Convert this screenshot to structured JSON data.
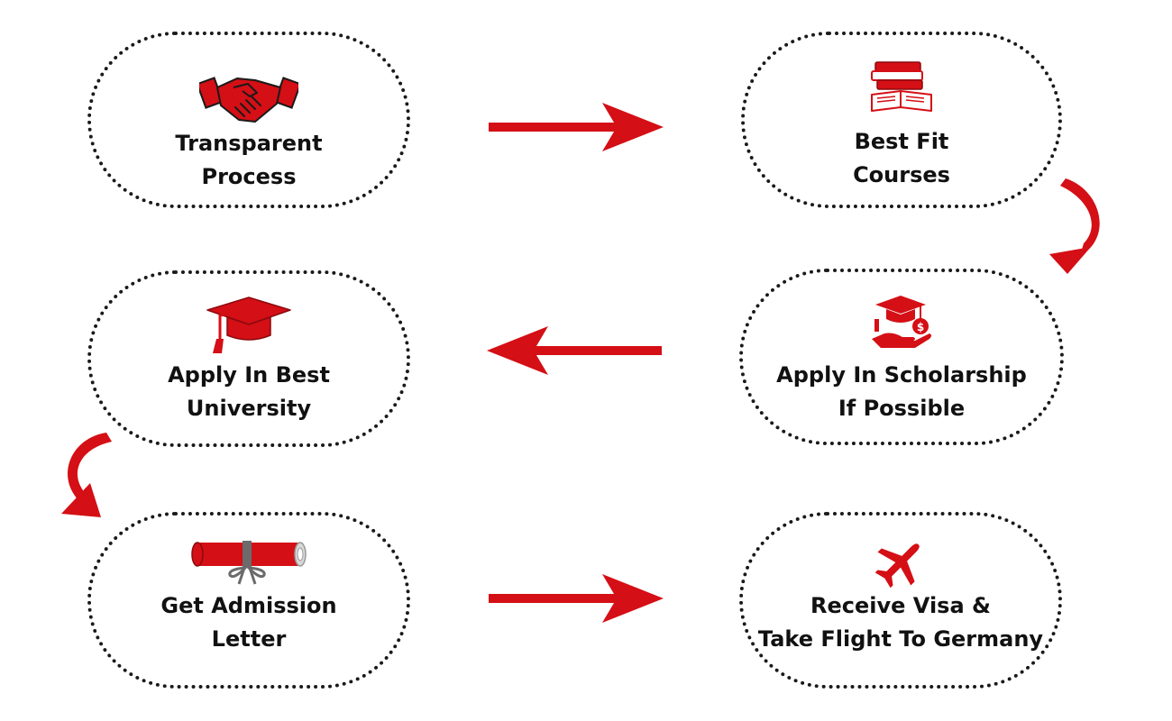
{
  "steps": [
    {
      "id": "transparent",
      "line1": "Transparent",
      "line2": "Process",
      "icon": "handshake-icon"
    },
    {
      "id": "best-fit",
      "line1": "Best Fit",
      "line2": "Courses",
      "icon": "books-icon"
    },
    {
      "id": "scholarship",
      "line1": "Apply In Scholarship",
      "line2": "If Possible",
      "icon": "scholarship-icon"
    },
    {
      "id": "university",
      "line1": "Apply In Best",
      "line2": "University",
      "icon": "graduation-cap-icon"
    },
    {
      "id": "admission",
      "line1": "Get Admission",
      "line2": "Letter",
      "icon": "diploma-scroll-icon"
    },
    {
      "id": "visa",
      "line1": "Receive Visa &",
      "line2": "Take Flight To Germany",
      "icon": "airplane-icon"
    }
  ],
  "colors": {
    "accent": "#d40f15",
    "dark_red": "#8b0a0e",
    "text": "#111111",
    "border": "#1a1a1a",
    "ribbon": "#6b6b6b"
  }
}
